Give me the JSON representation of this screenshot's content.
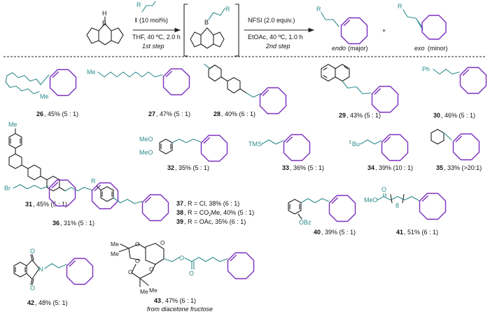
{
  "scheme": {
    "reagent_r": "R",
    "catalyst_label": "I",
    "catalyst_loading": "(10 mol%)",
    "step1_conditions": "THF, 40 ºC, 2.0 h",
    "step1_label": "1st step",
    "boron_label": "B",
    "boron_h": "H",
    "intermediate_r": "R",
    "step2_reagent": "NFSI (2.0 equiv.)",
    "step2_conditions": "EtOAc, 40 ºC, 1.0 h",
    "step2_label": "2nd step",
    "plus": "+",
    "endo_label": "endo",
    "endo_note": "(major)",
    "exo_label": "exo",
    "exo_note": "(minor)"
  },
  "substituent_labels": {
    "me": "Me",
    "ph": "Ph",
    "tms": "TMS",
    "tbu_prefix": "t",
    "tbu_suffix": "Bu",
    "br": "Br",
    "r": "R",
    "meo": "MeO",
    "o": "O",
    "obz": "OBz",
    "n": "N",
    "eight": "8"
  },
  "products": [
    {
      "num": "26",
      "text": ", 45% (5 : 1)"
    },
    {
      "num": "27",
      "text": ", 47% (5 : 1)"
    },
    {
      "num": "28",
      "text": ", 40% (6 : 1)"
    },
    {
      "num": "29",
      "text": ", 43% (5 : 1)"
    },
    {
      "num": "30",
      "text": ", 46% (5 : 1)"
    },
    {
      "num": "31",
      "text": ", 45% (5 : 1)"
    },
    {
      "num": "32",
      "text": ", 35% (5 : 1)"
    },
    {
      "num": "33",
      "text": ", 36% (5 : 1)"
    },
    {
      "num": "34",
      "text": ", 39% (10 : 1)"
    },
    {
      "num": "35",
      "text": ", 33% (>20:1)"
    },
    {
      "num": "36",
      "text": ", 31% (5 : 1)"
    },
    {
      "num": "37",
      "text": ", R = Cl, 38% (6 : 1)"
    },
    {
      "num": "38",
      "text": ", R = CO",
      "sub": "2",
      "text2": "Me, 40% (5 : 1)"
    },
    {
      "num": "39",
      "text": ", R = OAc, 35% (6 : 1)"
    },
    {
      "num": "40",
      "text": ", 39% (5 : 1)"
    },
    {
      "num": "41",
      "text": ", 51% (6 : 1)"
    },
    {
      "num": "42",
      "text": ", 48% (5: 1)"
    },
    {
      "num": "43",
      "text": ", 47% (6 : 1)",
      "note": "from diacetone fructose"
    }
  ],
  "colors": {
    "cyclooctene_ring": "#7b2fbf",
    "substituent": "#2e8b8b",
    "bond": "#222222"
  }
}
